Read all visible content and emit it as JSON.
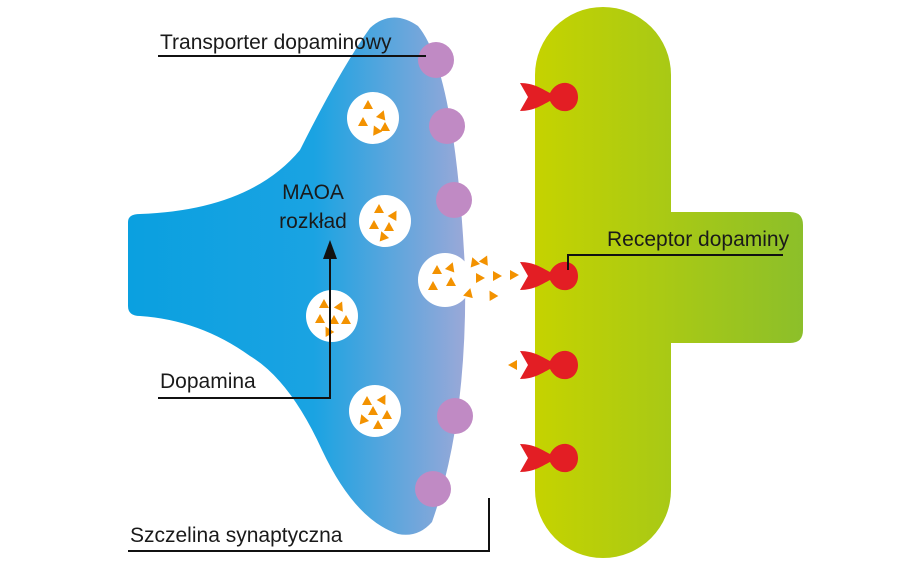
{
  "labels": {
    "transporter": "Transporter dopaminowy",
    "maoa_line1": "MAOA",
    "maoa_line2": "rozkład",
    "dopamine": "Dopamina",
    "cleft": "Szczelina synaptyczna",
    "receptor": "Receptor dopaminy"
  },
  "colors": {
    "presynaptic_left": "#0aa0e0",
    "presynaptic_right": "#9aa8d8",
    "postsynaptic_left": "#c5d300",
    "postsynaptic_right": "#8cbf2a",
    "transporter": "#c08ac4",
    "receptor": "#e31e24",
    "dopamine": "#f39200",
    "vesicle": "#ffffff"
  }
}
